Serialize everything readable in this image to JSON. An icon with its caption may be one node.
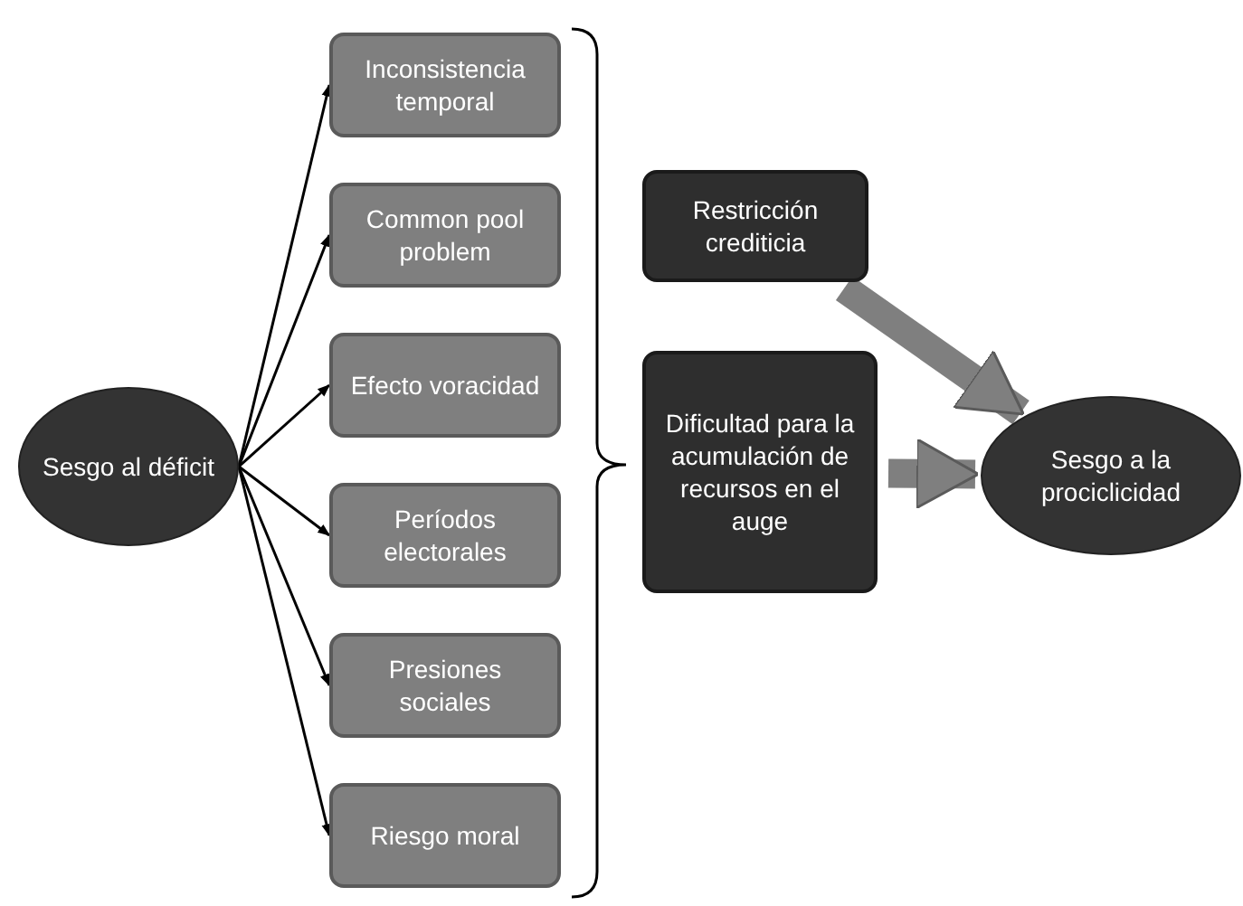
{
  "diagram": {
    "nodes": [
      {
        "text": [
          "Sesgo al déficit"
        ]
      },
      {
        "text": [
          "Inconsistencia temporal"
        ]
      },
      {
        "text": [
          "Common pool problem"
        ]
      },
      {
        "text": [
          "Efecto voracidad"
        ]
      },
      {
        "text": [
          "Períodos electorales"
        ]
      },
      {
        "text": [
          "Presiones sociales"
        ]
      },
      {
        "text": [
          "Riesgo moral"
        ]
      },
      {
        "text": [
          "Restricción crediticia"
        ]
      },
      {
        "text": [
          "Dificultad para la acumulación de recursos en el auge"
        ]
      },
      {
        "text": [
          "Sesgo a la prociclicidad"
        ]
      }
    ],
    "edges": [
      {
        "from": 0,
        "to": 1,
        "arrow": "to"
      },
      {
        "from": 0,
        "to": 2,
        "arrow": "to"
      },
      {
        "from": 0,
        "to": 3,
        "arrow": "to"
      },
      {
        "from": 0,
        "to": 4,
        "arrow": "to"
      },
      {
        "from": 0,
        "to": 5,
        "arrow": "to"
      },
      {
        "from": 0,
        "to": 6,
        "arrow": "to"
      },
      {
        "from": 7,
        "to": 9,
        "arrow": "to",
        "style": "thick",
        "color": "#7f7f7f"
      },
      {
        "from": 8,
        "to": 9,
        "arrow": "to",
        "style": "thick",
        "color": "#7f7f7f"
      }
    ]
  }
}
